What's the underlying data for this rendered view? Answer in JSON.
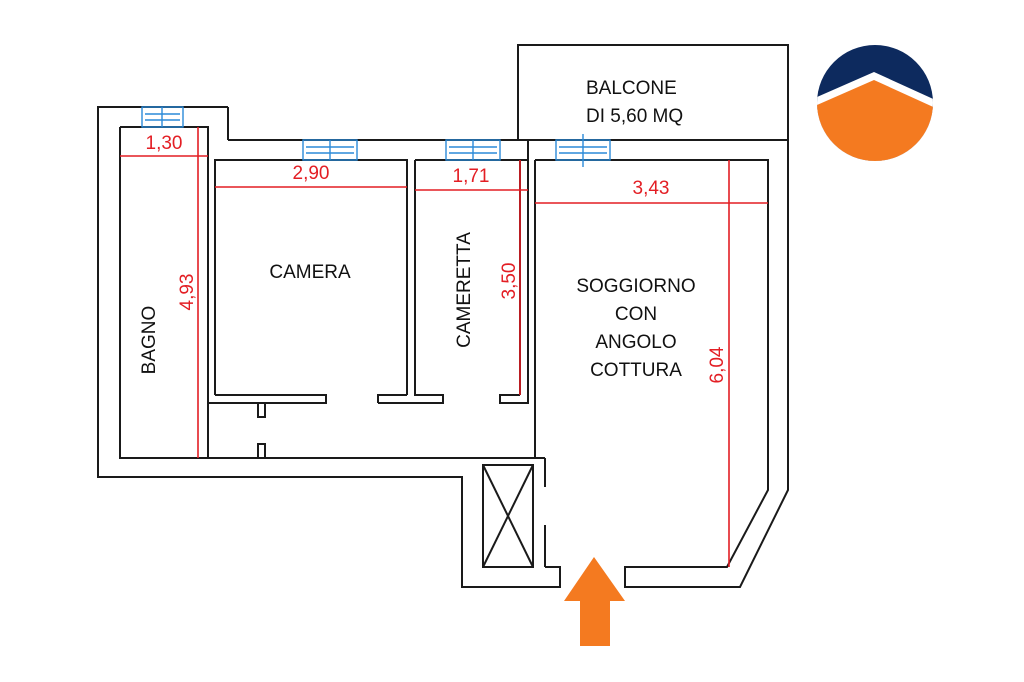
{
  "floorplan": {
    "rooms": {
      "bagno": "BAGNO",
      "camera": "CAMERA",
      "cameretta": "CAMERETTA",
      "soggiorno": [
        "SOGGIORNO",
        "CON",
        "ANGOLO",
        "COTTURA"
      ],
      "balcone": [
        "BALCONE",
        "DI 5,60 MQ"
      ]
    },
    "dimensions": {
      "bagno_width": "1,30",
      "bagno_length": "4,93",
      "camera_width": "2,90",
      "cameretta_width": "1,71",
      "cameretta_length": "3,50",
      "soggiorno_width": "3,43",
      "soggiorno_length": "6,04"
    },
    "colors": {
      "walls": "#1a1a1a",
      "dimensions": "#e31e24",
      "windows": "#2a8ad8",
      "entrance_arrow": "#f47a20",
      "logo_navy": "#0d2a5e",
      "logo_orange": "#f47a20"
    },
    "icons": {
      "entrance": "up-arrow-icon",
      "logo": "house-roof-logo"
    }
  }
}
